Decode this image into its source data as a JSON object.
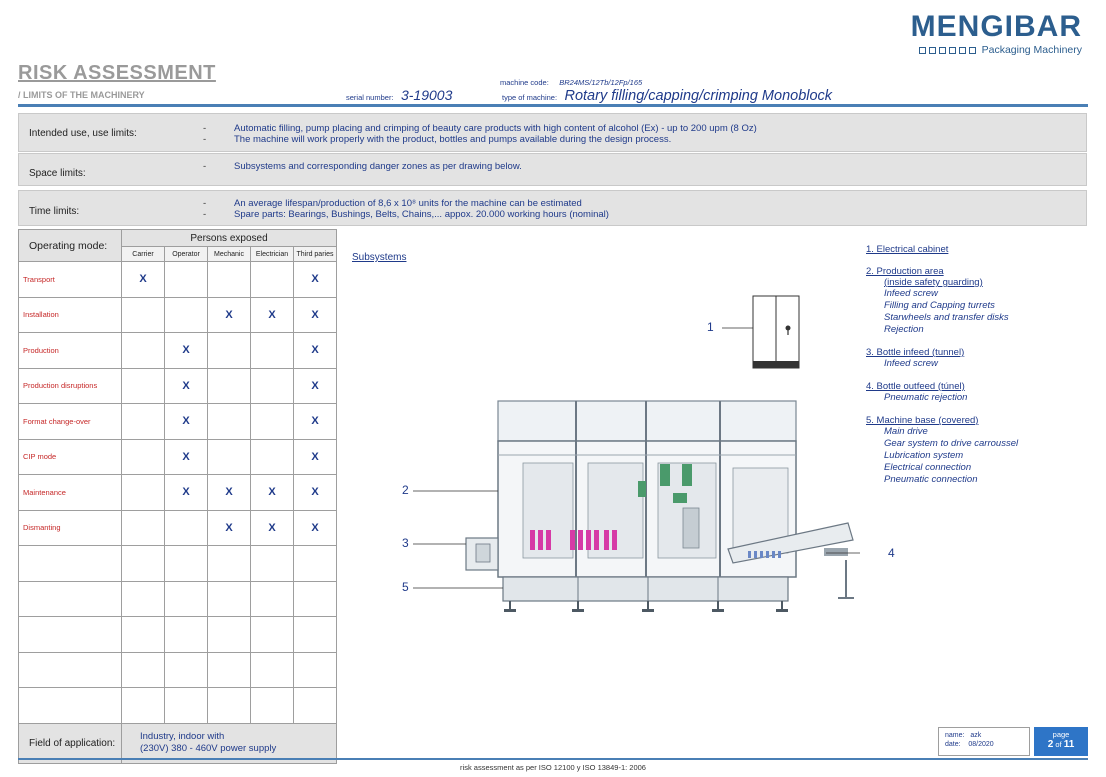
{
  "brand": {
    "name": "MENGIBAR",
    "tagline": "Packaging Machinery"
  },
  "header": {
    "title": "RISK ASSESSMENT",
    "subtitle": "/ LIMITS OF THE MACHINERY",
    "machine_code_label": "machine code:",
    "machine_code": "BR24MS/12Tb/12Fp/165",
    "serial_label": "serial number:",
    "serial": "3-19003",
    "type_label": "type of machine:",
    "type": "Rotary filling/capping/crimping Monoblock"
  },
  "limits": [
    {
      "label": "Intended use, use limits:",
      "dashes": [
        "-",
        "-"
      ],
      "lines": [
        "Automatic filling, pump placing and crimping of beauty care products with high content of alcohol (Ex) - up to 200 upm (8 Oz)",
        "The machine will work properly with the product, bottles and pumps available during the design process."
      ]
    },
    {
      "label": "Space limits:",
      "dashes": [
        "-"
      ],
      "lines": [
        "Subsystems and corresponding danger zones as per drawing below."
      ]
    },
    {
      "label": "Time limits:",
      "dashes": [
        "-",
        "-"
      ],
      "lines": [
        "An average lifespan/production of 8,6 x 10⁸ units for the machine can be estimated",
        "Spare parts: Bearings, Bushings, Belts, Chains,...   appox. 20.000 working hours (nominal)"
      ]
    }
  ],
  "operating": {
    "mode_header": "Operating mode:",
    "persons_header": "Persons exposed",
    "columns": [
      "Carrier",
      "Operator",
      "Mechanic",
      "Electrician",
      "Third paries"
    ],
    "rows": [
      {
        "mode": "Transport",
        "marks": [
          "X",
          "",
          "",
          "",
          "X"
        ]
      },
      {
        "mode": "Installation",
        "marks": [
          "",
          "",
          "X",
          "X",
          "X"
        ]
      },
      {
        "mode": "Production",
        "marks": [
          "",
          "X",
          "",
          "",
          "X"
        ]
      },
      {
        "mode": "Production disruptions",
        "marks": [
          "",
          "X",
          "",
          "",
          "X"
        ]
      },
      {
        "mode": "Format change-over",
        "marks": [
          "",
          "X",
          "",
          "",
          "X"
        ]
      },
      {
        "mode": "CIP mode",
        "marks": [
          "",
          "X",
          "",
          "",
          "X"
        ]
      },
      {
        "mode": "Maintenance",
        "marks": [
          "",
          "X",
          "X",
          "X",
          "X"
        ]
      },
      {
        "mode": "Dismanting",
        "marks": [
          "",
          "",
          "X",
          "X",
          "X"
        ]
      },
      {
        "mode": "",
        "marks": [
          "",
          "",
          "",
          "",
          ""
        ]
      },
      {
        "mode": "",
        "marks": [
          "",
          "",
          "",
          "",
          ""
        ]
      },
      {
        "mode": "",
        "marks": [
          "",
          "",
          "",
          "",
          ""
        ]
      },
      {
        "mode": "",
        "marks": [
          "",
          "",
          "",
          "",
          ""
        ]
      },
      {
        "mode": "",
        "marks": [
          "",
          "",
          "",
          "",
          ""
        ]
      }
    ],
    "field_label": "Field of application:",
    "field_lines": [
      "Industry, indoor with",
      "(230V) 380 - 460V power supply"
    ]
  },
  "subsystems": {
    "title": "Subsystems",
    "callouts": [
      "1",
      "2",
      "3",
      "4",
      "5"
    ],
    "legend": [
      {
        "head": "1.  Electrical cabinet",
        "sub": "",
        "items": []
      },
      {
        "head": "2.  Production area",
        "sub": "(inside safety guarding)",
        "items": [
          "Infeed screw",
          "Filling and Capping turrets",
          "Starwheels and transfer disks",
          "Rejection"
        ]
      },
      {
        "head": "3.  Bottle infeed (tunnel)",
        "sub": "",
        "items": [
          "Infeed screw"
        ]
      },
      {
        "head": "4.  Bottle outfeed (túnel)",
        "sub": "",
        "items": [
          "Pneumatic rejection"
        ]
      },
      {
        "head": "5.  Machine base (covered)",
        "sub": "",
        "items": [
          "Main drive",
          "Gear system to drive carroussel",
          "Lubrication system",
          "Electrical connection",
          "Pneumatic connection"
        ]
      }
    ]
  },
  "footer": {
    "name_label": "name:",
    "name": "azk",
    "date_label": "date:",
    "date": "08/2020",
    "page_label": "page",
    "page_current": "2",
    "page_of": "of",
    "page_total": "11",
    "note": "risk assessment as per ISO 12100 y ISO 13849-1: 2006"
  }
}
